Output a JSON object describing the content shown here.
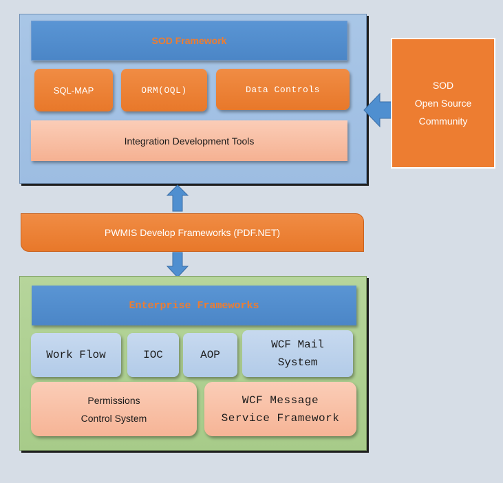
{
  "sod_framework": {
    "title": "SOD Framework",
    "modules": [
      "SQL-MAP",
      "ORM(OQL)",
      "Data Controls"
    ],
    "tools": "Integration Development Tools"
  },
  "community": {
    "line1": "SOD",
    "line2": "Open Source",
    "line3": "Community"
  },
  "core": {
    "label": "PWMIS Develop Frameworks (PDF.NET)"
  },
  "enterprise": {
    "title": "Enterprise Frameworks",
    "modules": [
      "Work Flow",
      "IOC",
      "AOP"
    ],
    "wcf_mail": {
      "line1": "WCF Mail",
      "line2": "System"
    },
    "permissions": {
      "line1": "Permissions",
      "line2": "Control System"
    },
    "wcf_message": {
      "line1": "WCF Message",
      "line2": "Service Framework"
    }
  },
  "colors": {
    "accent_orange": "#ed7d31",
    "bar_blue": "#4b86c7",
    "container_blue": "#9dbde2",
    "container_green": "#a7cb89",
    "arrow_blue": "#4f8fd0"
  },
  "icons": {
    "arrow_left": "arrow-left-icon",
    "arrow_up": "arrow-up-icon",
    "arrow_down": "arrow-down-icon"
  }
}
